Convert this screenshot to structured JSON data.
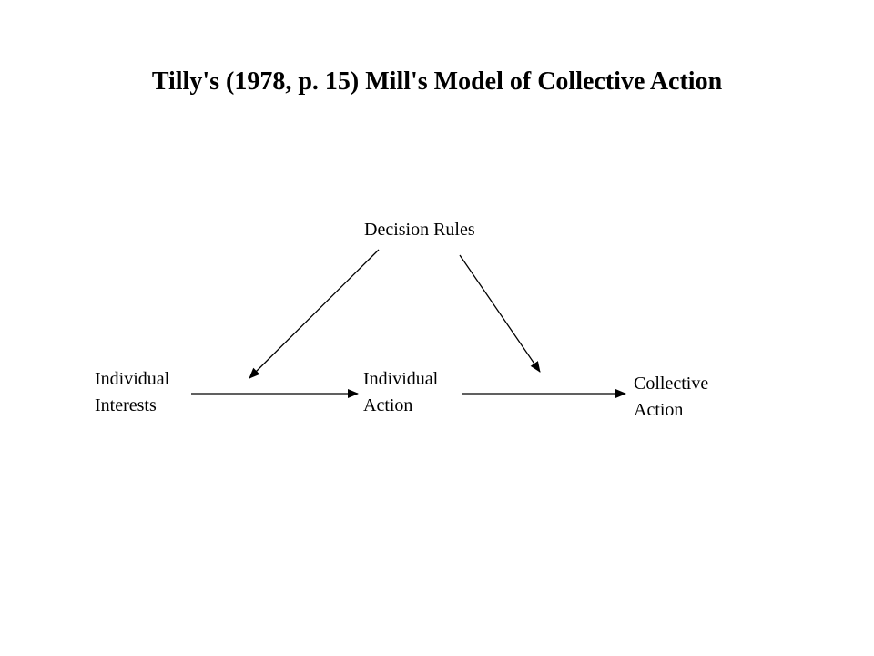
{
  "title": "Tilly's (1978, p. 15) Mill's Model of Collective Action",
  "nodes": {
    "decision_rules": {
      "label": "Decision Rules"
    },
    "individual_interests": {
      "line1": "Individual",
      "line2": "Interests"
    },
    "individual_action": {
      "line1": "Individual",
      "line2": "Action"
    },
    "collective_action": {
      "line1": "Collective",
      "line2": "Action"
    }
  },
  "colors": {
    "ink": "#000000",
    "background": "#ffffff"
  }
}
